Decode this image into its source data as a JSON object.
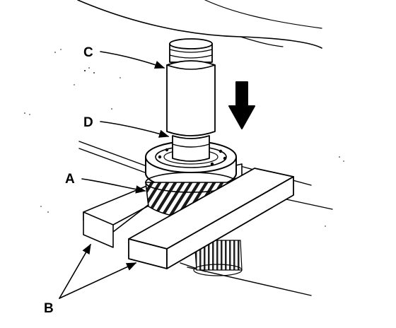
{
  "callouts": {
    "a": "A",
    "b": "B",
    "c": "C",
    "d": "D"
  },
  "press_direction_icon": "arrow-down-icon"
}
